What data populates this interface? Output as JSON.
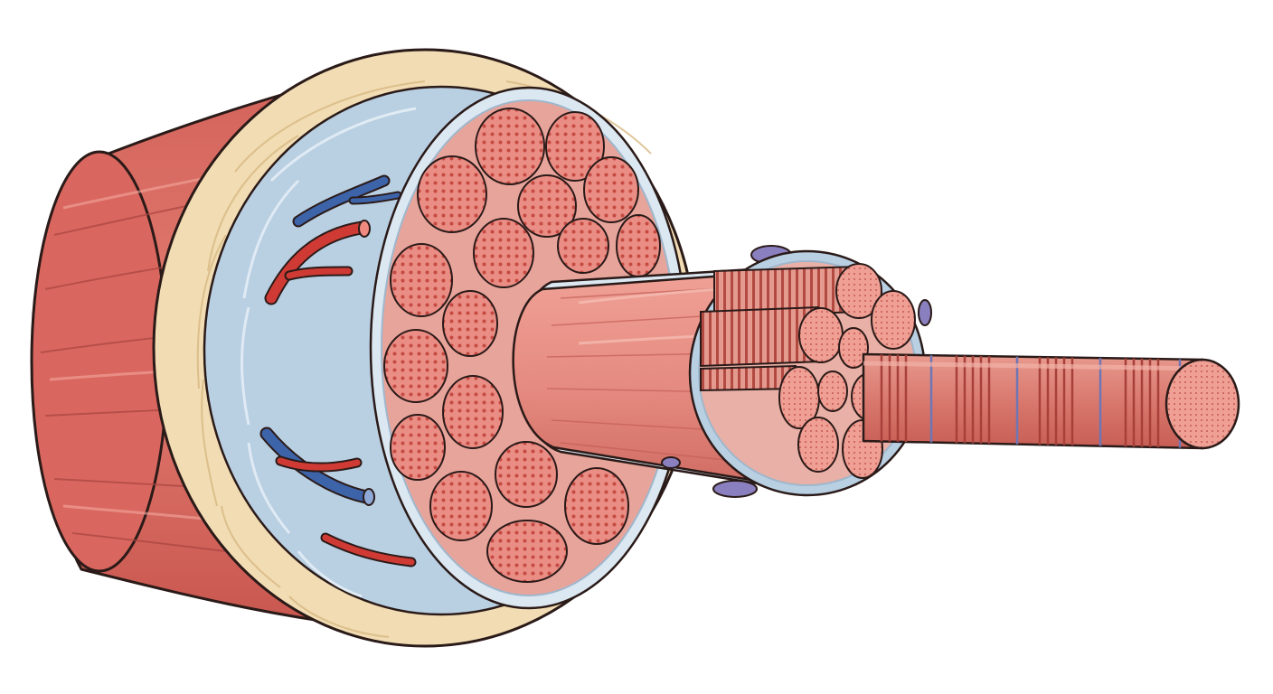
{
  "colors": {
    "muscle": "#d9675f",
    "muscle_dark": "#b94b45",
    "muscle_light": "#ec9185",
    "epimysium": "#f1dcb3",
    "epimysium_dark": "#d8b882",
    "perimysium": "#b9cfe2",
    "perimysium_light": "#dbe7f1",
    "fascicle": "#e88a82",
    "fascicle_dot": "#c9473f",
    "fiber": "#e99a8f",
    "fiber_stripe": "#a8403a",
    "nucleus": "#8a80bf",
    "artery": "#cf3b34",
    "vein": "#3d63a8",
    "outline": "#2a1a18"
  },
  "structures": [
    {
      "id": "muscle-belly",
      "icon": "muscle-belly-icon"
    },
    {
      "id": "epimysium",
      "icon": "epimysium-layer-icon"
    },
    {
      "id": "perimysium",
      "icon": "perimysium-layer-icon"
    },
    {
      "id": "blood-vessels",
      "icon": "blood-vessel-icon"
    },
    {
      "id": "fascicles",
      "icon": "fascicle-icon"
    },
    {
      "id": "fascicle",
      "icon": "fascicle-extended-icon"
    },
    {
      "id": "muscle-fibers",
      "icon": "muscle-fiber-icon"
    },
    {
      "id": "myofibril",
      "icon": "myofibril-icon"
    }
  ]
}
